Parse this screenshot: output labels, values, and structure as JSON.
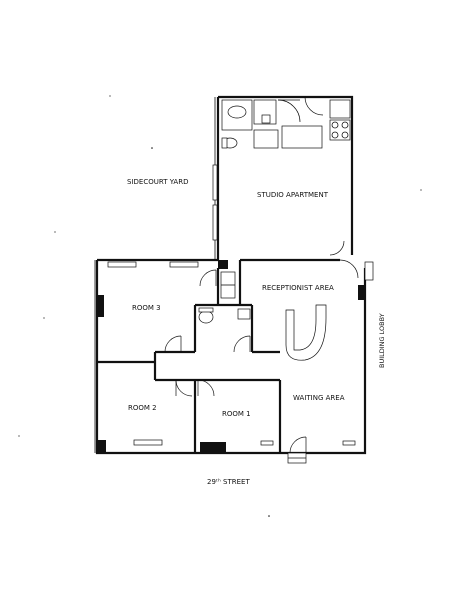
{
  "labels": {
    "sidecourt_yard": "SIDECOURT YARD",
    "studio_apartment": "STUDIO APARTMENT",
    "receptionist_area": "RECEPTIONIST AREA",
    "room_3": "ROOM 3",
    "room_2": "ROOM 2",
    "room_1": "ROOM 1",
    "waiting_area": "WAITING AREA",
    "building_lobby": "BUILDING LOBBY",
    "street": "29ᵗʰ STREET"
  }
}
